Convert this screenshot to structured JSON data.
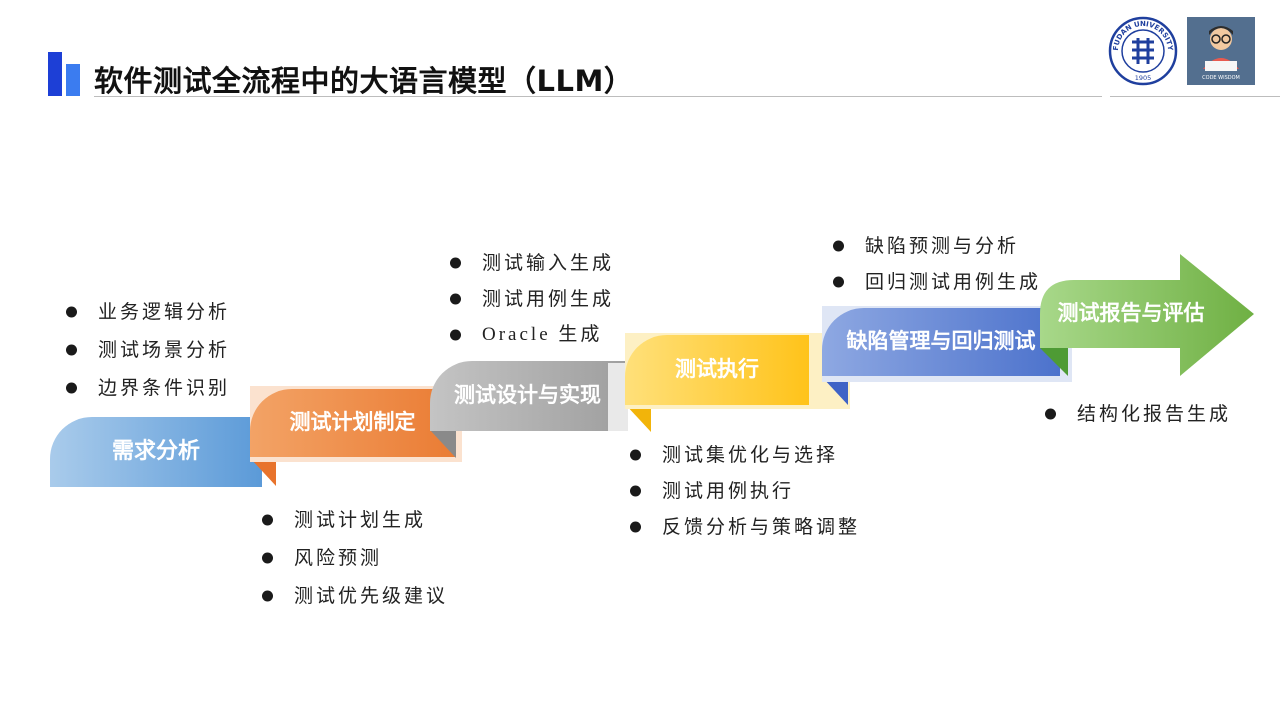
{
  "header": {
    "title": "软件测试全流程中的大语言模型（LLM）"
  },
  "logos": {
    "seal_text": "FUDAN UNIVERSITY",
    "seal_year": "1905",
    "badge_text": "CODE WISDOM"
  },
  "stages": [
    {
      "label": "需求分析",
      "bullets": [
        "业务逻辑分析",
        "测试场景分析",
        "边界条件识别"
      ]
    },
    {
      "label": "测试计划制定",
      "bullets": [
        "测试计划生成",
        "风险预测",
        "测试优先级建议"
      ]
    },
    {
      "label": "测试设计与实现",
      "bullets": [
        "测试输入生成",
        "测试用例生成",
        "Oracle 生成"
      ]
    },
    {
      "label": "测试执行",
      "bullets": [
        "测试集优化与选择",
        "测试用例执行",
        "反馈分析与策略调整"
      ]
    },
    {
      "label": "缺陷管理与回归测试",
      "bullets": [
        "缺陷预测与分析",
        "回归测试用例生成"
      ]
    },
    {
      "label": "测试报告与评估",
      "bullets": [
        "结构化报告生成"
      ]
    }
  ],
  "colors": {
    "stage1": "#6fa3dc",
    "stage2": "#ee8740",
    "stage3": "#a9a9a9",
    "stage4": "#ffc928",
    "stage5": "#5b7fcf",
    "stage6": "#7dbb52",
    "title_accent": "#1d3fd6"
  }
}
